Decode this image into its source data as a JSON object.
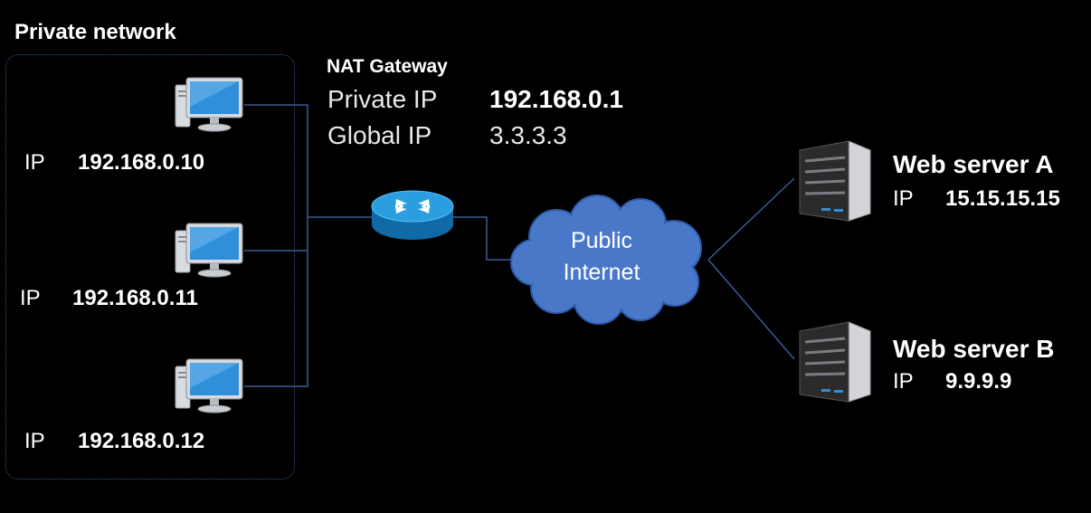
{
  "private_network": {
    "title": "Private network",
    "hosts": [
      {
        "ip_label": "IP",
        "ip": "192.168.0.10"
      },
      {
        "ip_label": "IP",
        "ip": "192.168.0.11"
      },
      {
        "ip_label": "IP",
        "ip": "192.168.0.12"
      }
    ]
  },
  "nat_gateway": {
    "title": "NAT Gateway",
    "private_label": "Private IP",
    "private_ip": "192.168.0.1",
    "global_label": "Global IP",
    "global_ip": "3.3.3.3"
  },
  "internet": {
    "line1": "Public",
    "line2": "Internet"
  },
  "servers": [
    {
      "name": "Web server A",
      "ip_label": "IP",
      "ip": "15.15.15.15"
    },
    {
      "name": "Web server B",
      "ip_label": "IP",
      "ip": "9.9.9.9"
    }
  ],
  "colors": {
    "background": "#000000",
    "links": "#3a5b94",
    "cloud": "#4a78c9",
    "router": "#1f8fd0",
    "monitor_screen": "#2f8fd8"
  }
}
